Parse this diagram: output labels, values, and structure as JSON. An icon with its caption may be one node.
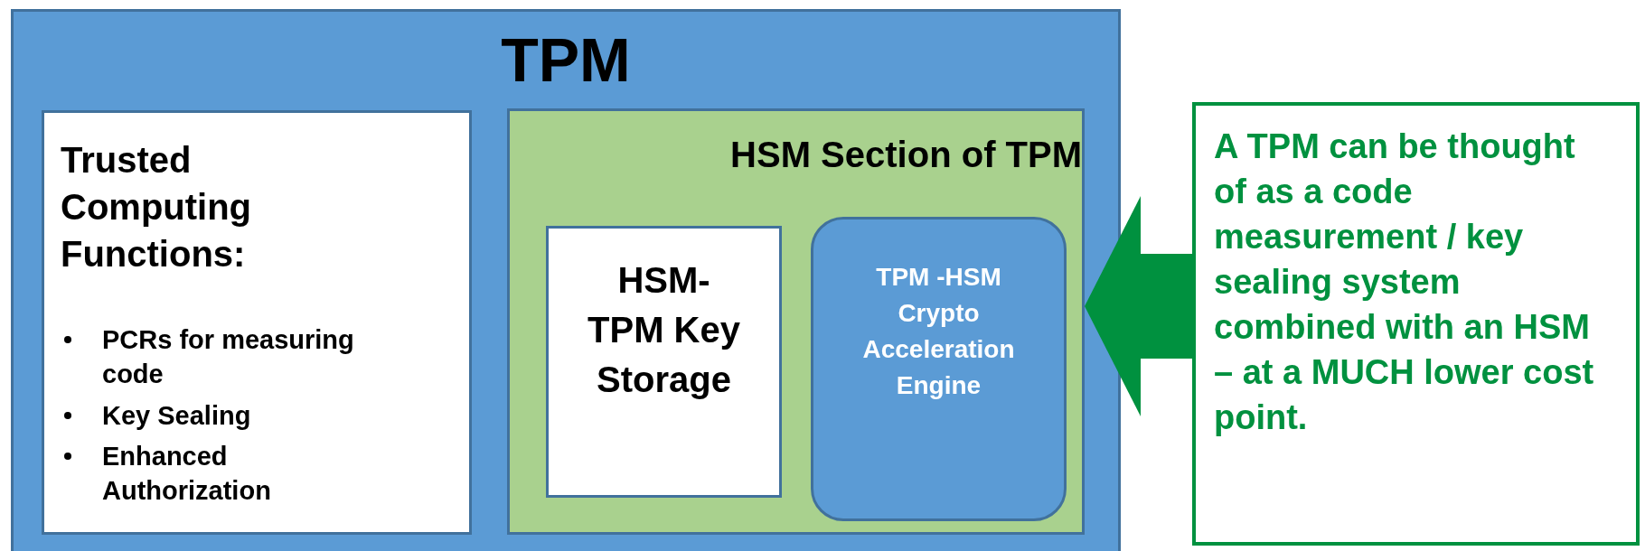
{
  "diagram": {
    "nodes": [
      {
        "text": [
          "TPM"
        ]
      },
      {
        "text": [
          "Trusted Computing Functions:",
          "PCRs for measuring code",
          "Key Sealing",
          "Enhanced Authorization"
        ],
        "in": 0
      },
      {
        "text": [
          "HSM Section of TPM"
        ],
        "in": 0
      },
      {
        "text": [
          "HSM-TPM Key Storage"
        ],
        "in": 2
      },
      {
        "text": [
          "TPM -HSM Crypto Acceleration Engine"
        ],
        "in": 2
      },
      {
        "text": [
          "A TPM can be thought of as a code measurement / key sealing system combined with an HSM – at a MUCH lower cost point."
        ]
      }
    ],
    "edges": [
      {
        "from": 5,
        "to": 2,
        "arrow": "to",
        "color": "#00913f"
      }
    ]
  }
}
